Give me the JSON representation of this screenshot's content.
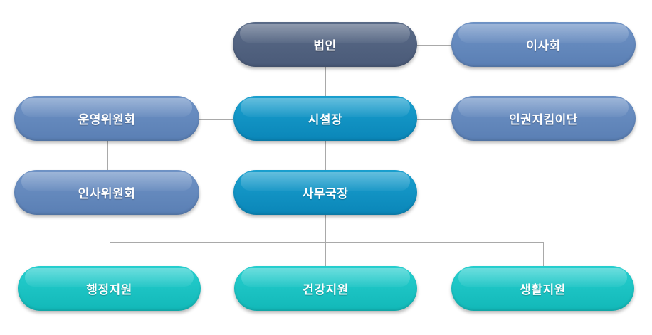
{
  "nodes": {
    "corporation": "법인",
    "board": "이사회",
    "steering_committee": "운영위원회",
    "director": "시설장",
    "human_rights_team": "인권지킴이단",
    "personnel_committee": "인사위원회",
    "secretary_general": "사무국장",
    "admin_support": "행정지원",
    "health_support": "건강지원",
    "life_support": "생활지원"
  },
  "colors": {
    "corporation": "#52627f",
    "committee": "#6487bd",
    "director": "#0e92c3",
    "support": "#1cc4c4",
    "connector": "#a9a9a9"
  }
}
